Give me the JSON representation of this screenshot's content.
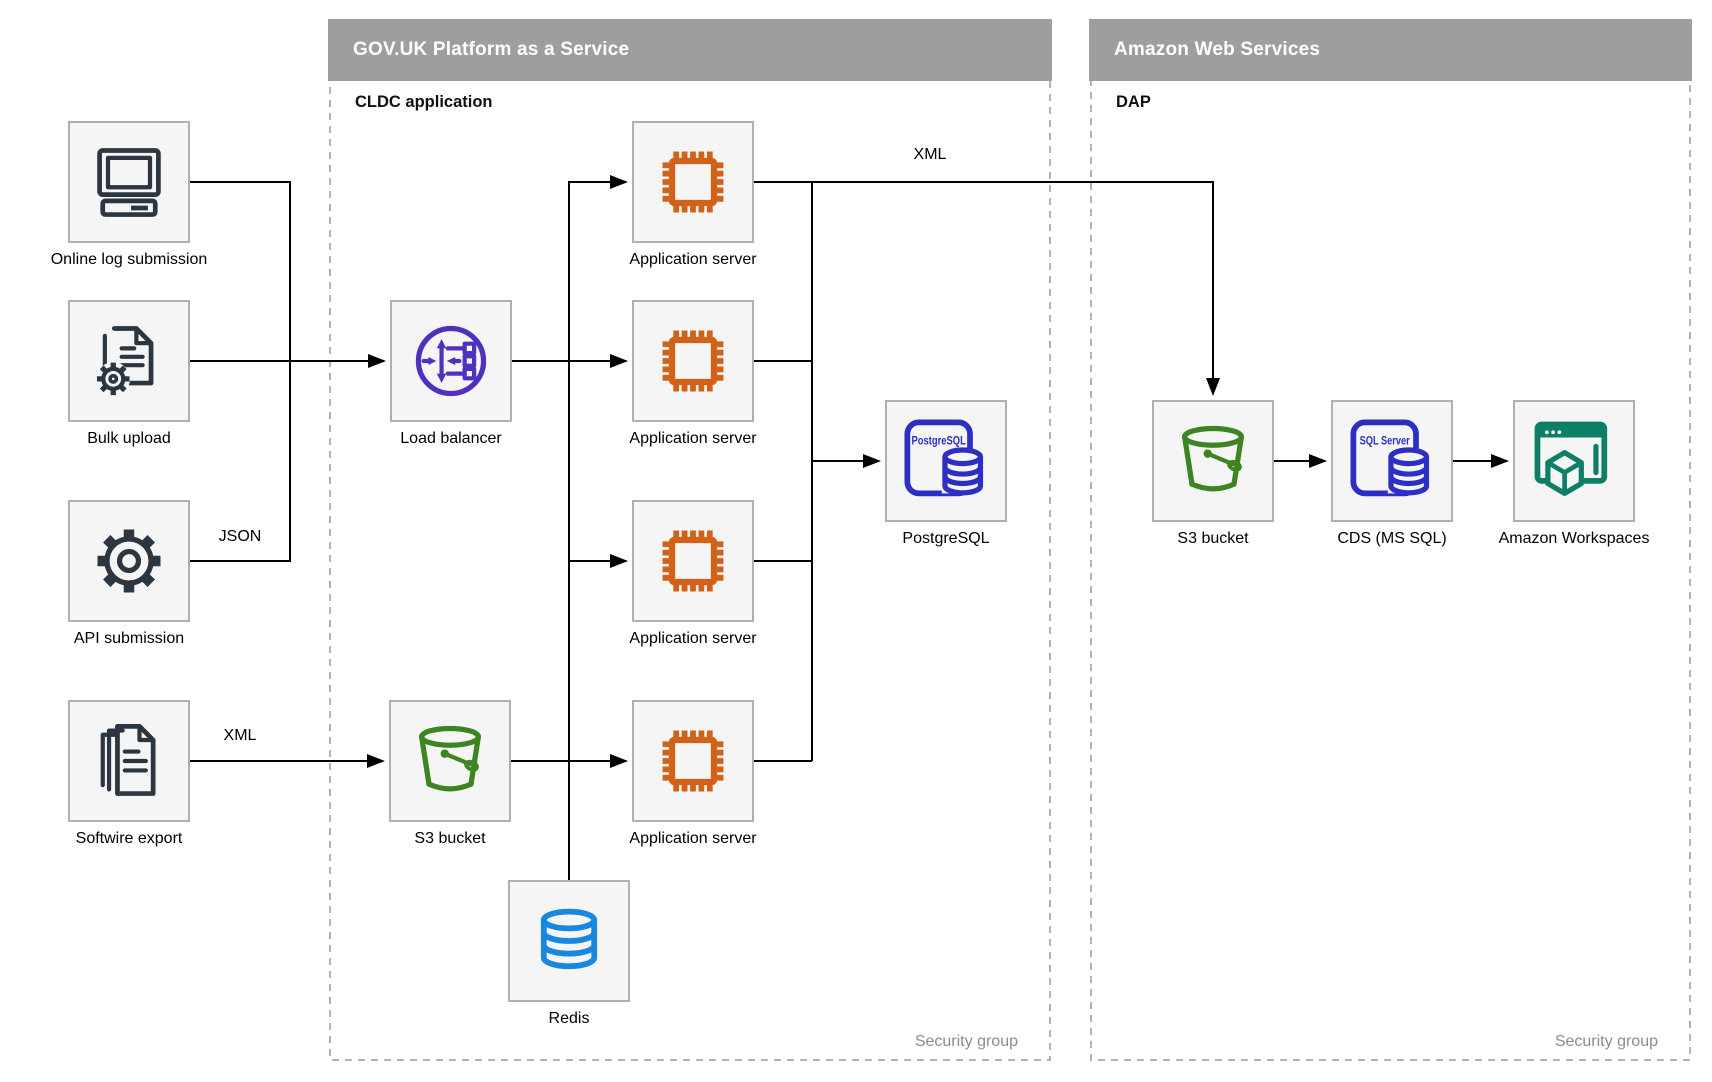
{
  "panels": {
    "paas": {
      "title": "GOV.UK Platform as a Service",
      "subtitle": "CLDC application",
      "footer": "Security group"
    },
    "aws": {
      "title": "Amazon Web Services",
      "subtitle": "DAP",
      "footer": "Security group"
    }
  },
  "nodes": {
    "online_log": {
      "label": "Online log submission",
      "icon": "desktop-computer-icon"
    },
    "bulk_upload": {
      "label": "Bulk upload",
      "icon": "document-gear-icon"
    },
    "api_submission": {
      "label": "API submission",
      "icon": "gear-icon"
    },
    "softwire_export": {
      "label": "Softwire export",
      "icon": "documents-stack-icon"
    },
    "load_balancer": {
      "label": "Load balancer",
      "icon": "load-balancer-icon"
    },
    "s3_paas": {
      "label": "S3 bucket",
      "icon": "s3-bucket-icon"
    },
    "app_server_1": {
      "label": "Application server",
      "icon": "chip-icon"
    },
    "app_server_2": {
      "label": "Application server",
      "icon": "chip-icon"
    },
    "app_server_3": {
      "label": "Application server",
      "icon": "chip-icon"
    },
    "app_server_4": {
      "label": "Application server",
      "icon": "chip-icon"
    },
    "postgresql": {
      "label": "PostgreSQL",
      "icon_text": "PostgreSQL",
      "icon": "postgresql-icon"
    },
    "redis": {
      "label": "Redis",
      "icon": "redis-icon"
    },
    "s3_aws": {
      "label": "S3 bucket",
      "icon": "s3-bucket-icon"
    },
    "cds": {
      "label": "CDS (MS SQL)",
      "icon_text": "SQL Server",
      "icon": "sql-server-icon"
    },
    "workspaces": {
      "label": "Amazon Workspaces",
      "icon": "workspaces-icon"
    }
  },
  "edge_labels": {
    "api_json": "JSON",
    "softwire_xml": "XML",
    "app_to_dap_xml": "XML"
  },
  "colors": {
    "panel_header_bg": "#9e9e9e",
    "panel_header_text": "#ffffff",
    "panel_border": "#b3b3b3",
    "node_bg": "#f5f5f5",
    "node_border": "#b0b0b0",
    "connector": "#000000",
    "muted_text": "#8c8c8c",
    "source_icon": "#2b3640",
    "load_balancer_icon": "#5230bf",
    "app_server_icon": "#d2621a",
    "postgresql_icon": "#2d2fc4",
    "s3_icon": "#3e8522",
    "redis_icon": "#1787e0",
    "workspaces_icon": "#0e7f66"
  }
}
